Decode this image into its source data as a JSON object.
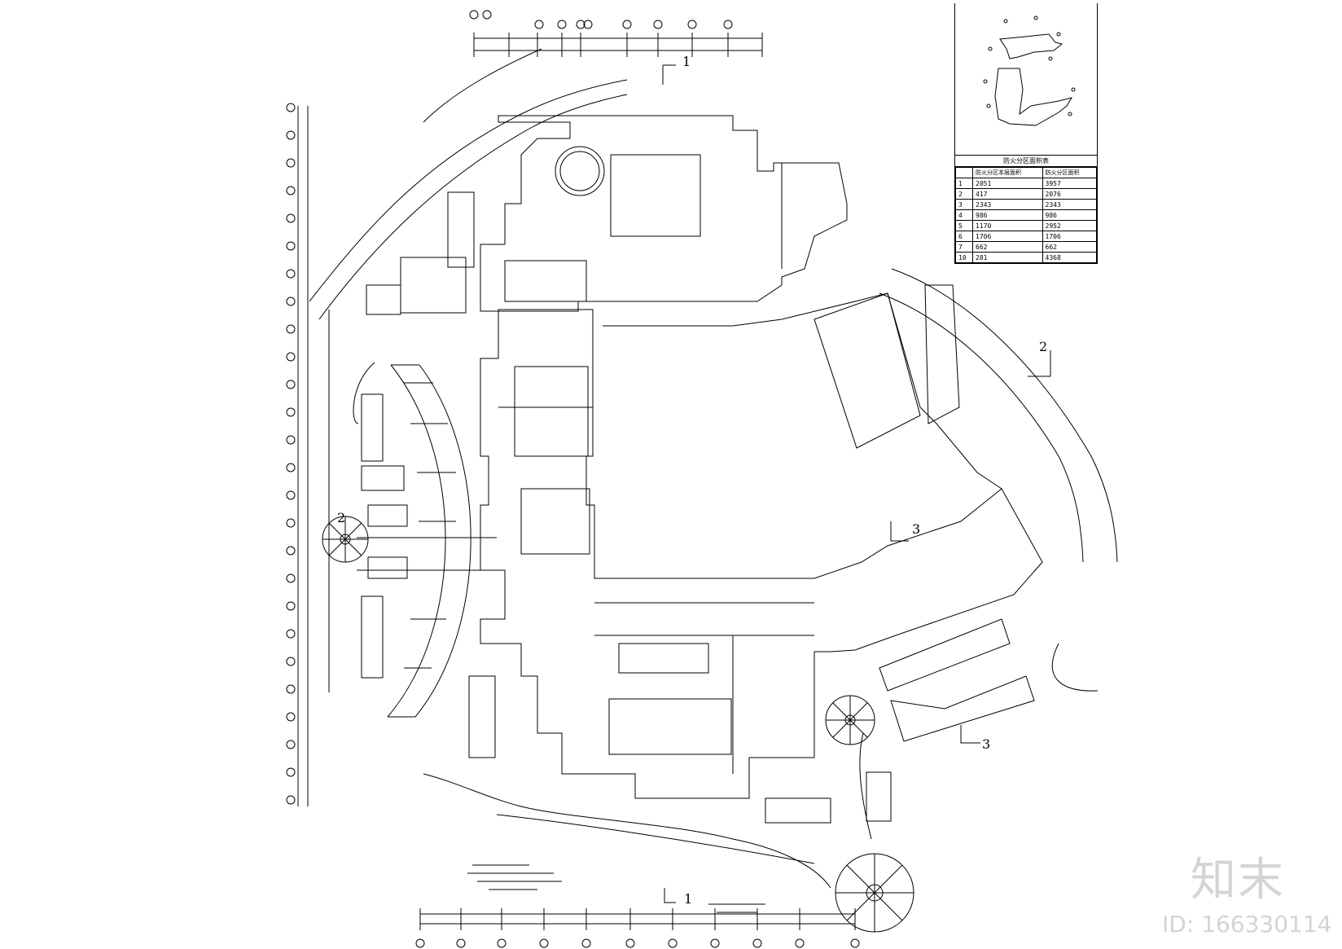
{
  "legend": {
    "title": "防火分区面积表",
    "headers": [
      "",
      "防火分区本层面积",
      "防火分区面积"
    ],
    "rows": [
      [
        "1",
        "2051",
        "3957"
      ],
      [
        "2",
        "417",
        "2076"
      ],
      [
        "3",
        "2343",
        "2343"
      ],
      [
        "4",
        "986",
        "986"
      ],
      [
        "5",
        "1170",
        "2952"
      ],
      [
        "6",
        "1706",
        "1706"
      ],
      [
        "7",
        "662",
        "662"
      ],
      [
        "10",
        "281",
        "4368"
      ]
    ]
  },
  "section_marks": {
    "s1_top": "1",
    "s1_bottom": "1",
    "s2_right": "2",
    "s2_left": "2",
    "s3_mid": "3",
    "s3_low": "3"
  },
  "watermark": {
    "logo": "知末",
    "id": "ID: 166330114"
  },
  "colors": {
    "line": "#000000",
    "watermark": "#d4d4d4"
  }
}
